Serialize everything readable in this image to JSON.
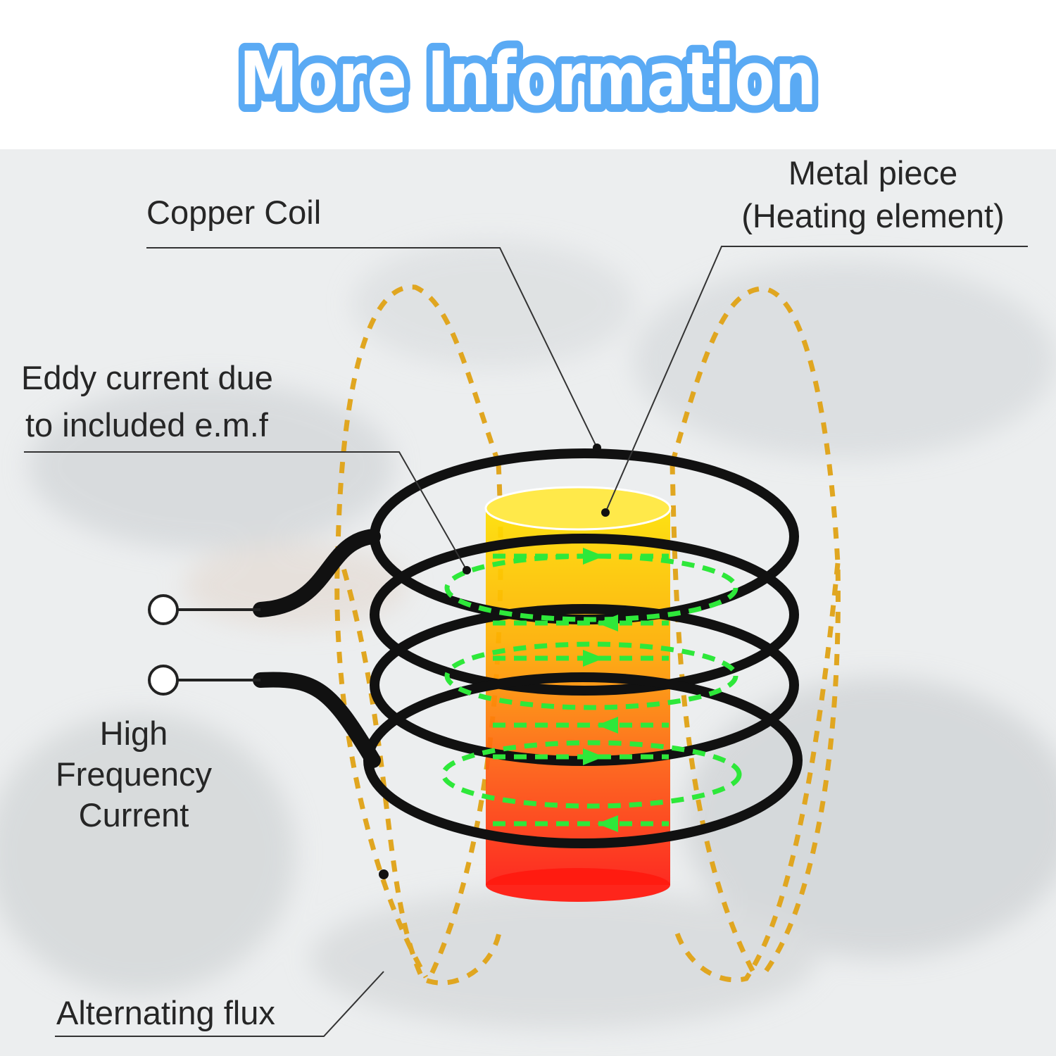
{
  "header": {
    "title": "More Information",
    "title_fill": "#ffffff",
    "title_outline": "#5aaaf4"
  },
  "labels": {
    "copper_coil": "Copper Coil",
    "metal_piece_line1": "Metal piece",
    "metal_piece_line2": "(Heating element)",
    "eddy_line1": "Eddy current due",
    "eddy_line2": "to included e.m.f",
    "high": "High",
    "frequency": "Frequency",
    "current": "Current",
    "alternating_flux": "Alternating flux"
  },
  "colors": {
    "coil": "#111111",
    "flux": "#e0a620",
    "eddy": "#2ee83a",
    "metal_top": "#ffd400",
    "metal_bottom": "#ff1a10",
    "leader": "#333333"
  }
}
